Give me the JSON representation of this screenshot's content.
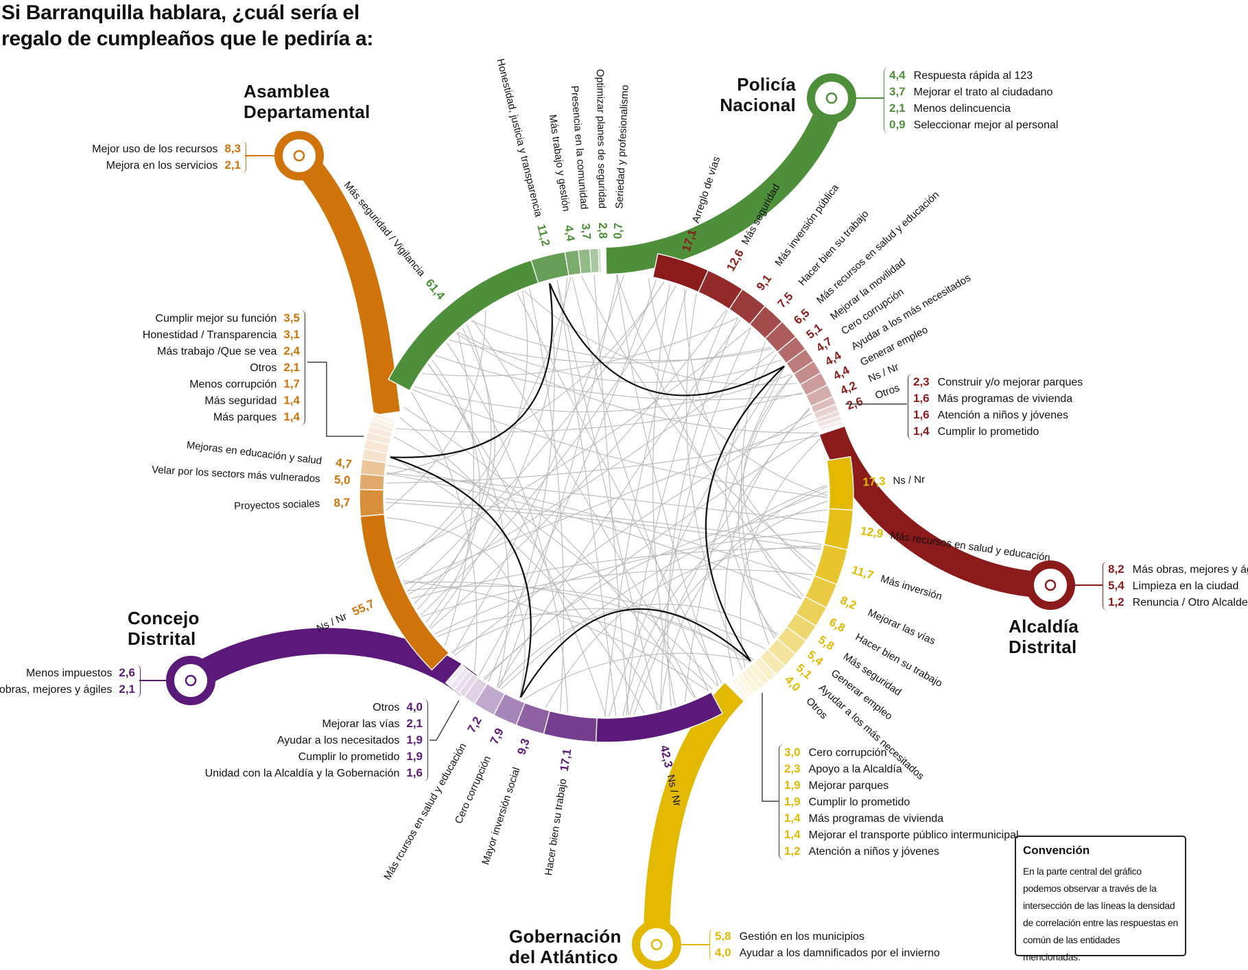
{
  "title": {
    "line1": "Si Barranquilla hablara, ¿cuál sería el",
    "line2": "regalo de cumpleaños que le pediría a:"
  },
  "entities": [
    {
      "name_lines": [
        "Policía",
        "Nacional"
      ],
      "color": "#4e8f3a",
      "segments": [
        {
          "value": "61,4",
          "label": "Más seguridad / Vigilancia"
        },
        {
          "value": "11,2",
          "label": "Honestidad, justicia y transparencia"
        },
        {
          "value": "4,4",
          "label": "Más trabajo y gestión"
        },
        {
          "value": "3,7",
          "label": "Presencia en la comunidad"
        },
        {
          "value": "2,8",
          "label": "Optimizar planes de seguridad"
        },
        {
          "value": "0,7",
          "label": "Seriedad y profesionalismo"
        }
      ],
      "others": [],
      "extras": [
        {
          "value": "4,4",
          "label": "Respuesta rápida al 123"
        },
        {
          "value": "3,7",
          "label": "Mejorar el trato al ciudadano"
        },
        {
          "value": "2,1",
          "label": "Menos delincuencia"
        },
        {
          "value": "0,9",
          "label": "Seleccionar mejor al personal"
        }
      ]
    },
    {
      "name_lines": [
        "Alcaldía",
        "Distrital"
      ],
      "color": "#8b1a1a",
      "segments": [
        {
          "value": "17,1",
          "label": "Arreglo de vías"
        },
        {
          "value": "12,6",
          "label": "Más seguridad"
        },
        {
          "value": "9,1",
          "label": "Más inversión pública"
        },
        {
          "value": "7,5",
          "label": "Hacer bien su trabajo"
        },
        {
          "value": "6,5",
          "label": "Más recursos en salud y educación"
        },
        {
          "value": "5,1",
          "label": "Mejorar la movilidad"
        },
        {
          "value": "4,7",
          "label": "Cero corrupción"
        },
        {
          "value": "4,4",
          "label": "Ayudar a los más necesitados"
        },
        {
          "value": "4,4",
          "label": "Generar empleo"
        },
        {
          "value": "4,2",
          "label": "Ns / Nr"
        },
        {
          "value": "2,6",
          "label": "Otros"
        }
      ],
      "others": [
        {
          "value": "2,3",
          "label": "Construir y/o mejorar parques"
        },
        {
          "value": "1,6",
          "label": "Más programas de vivienda"
        },
        {
          "value": "1,6",
          "label": "Atención a niños y jóvenes"
        },
        {
          "value": "1,4",
          "label": "Cumplir lo prometido"
        }
      ],
      "extras": [
        {
          "value": "8,2",
          "label": "Más obras, mejores y ágiles"
        },
        {
          "value": "5,4",
          "label": "Limpieza en la ciudad"
        },
        {
          "value": "1,2",
          "label": "Renuncia / Otro Alcalde"
        }
      ]
    },
    {
      "name_lines": [
        "Gobernación",
        "del Atlántico"
      ],
      "color": "#e2b800",
      "segments": [
        {
          "value": "17,3",
          "label": "Ns / Nr"
        },
        {
          "value": "12,9",
          "label": "Más recursos en salud y educación"
        },
        {
          "value": "11,7",
          "label": "Más inversión"
        },
        {
          "value": "8,2",
          "label": "Mejorar las vías"
        },
        {
          "value": "6,8",
          "label": "Hacer bien su trabajo"
        },
        {
          "value": "5,8",
          "label": "Más seguridad"
        },
        {
          "value": "5,4",
          "label": "Generar empleo"
        },
        {
          "value": "5,1",
          "label": "Ayudar a los más necesitados"
        },
        {
          "value": "4,0",
          "label": "Otros"
        }
      ],
      "others": [
        {
          "value": "3,0",
          "label": "Cero corrupción"
        },
        {
          "value": "2,3",
          "label": "Apoyo a la Alcaldía"
        },
        {
          "value": "1,9",
          "label": "Mejorar parques"
        },
        {
          "value": "1,9",
          "label": "Cumplir lo prometido"
        },
        {
          "value": "1,4",
          "label": "Más programas de vivienda"
        },
        {
          "value": "1,4",
          "label": "Mejorar el transporte público intermunicipal"
        },
        {
          "value": "1,2",
          "label": "Atención a niños y jóvenes"
        }
      ],
      "extras": [
        {
          "value": "5,8",
          "label": "Gestión en los municipios"
        },
        {
          "value": "4,0",
          "label": "Ayudar a los damnificados por el invierno"
        }
      ]
    },
    {
      "name_lines": [
        "Concejo",
        "Distrital"
      ],
      "color": "#5b1a7a",
      "segments": [
        {
          "value": "42,3",
          "label": "Ns / Nr"
        },
        {
          "value": "17,1",
          "label": "Hacer bien su trabajo"
        },
        {
          "value": "9,3",
          "label": "Mayor inversión social"
        },
        {
          "value": "7,9",
          "label": "Cero corrupción"
        },
        {
          "value": "7,2",
          "label": "Más rcursos en salud y educación"
        }
      ],
      "others": [
        {
          "value": "4,0",
          "label": "Otros"
        },
        {
          "value": "2,1",
          "label": "Mejorar las vías"
        },
        {
          "value": "1,9",
          "label": "Ayudar a los necesitados"
        },
        {
          "value": "1,9",
          "label": "Cumplir lo prometido"
        },
        {
          "value": "1,6",
          "label": "Unidad con la Alcaldía y la Gobernación"
        }
      ],
      "extras": [
        {
          "value": "2,6",
          "label": "Menos impuestos"
        },
        {
          "value": "2,1",
          "label": "Más obras, mejores y ágiles"
        }
      ]
    },
    {
      "name_lines": [
        "Asamblea",
        "Departamental"
      ],
      "color": "#d0730a",
      "segments": [
        {
          "value": "55,7",
          "label": "Ns / Nr"
        },
        {
          "value": "8,7",
          "label": "Proyectos sociales"
        },
        {
          "value": "5,0",
          "label": "Velar por los sectors más vulnerados"
        },
        {
          "value": "4,7",
          "label": "Mejoras en educación y salud"
        }
      ],
      "others": [
        {
          "value": "3,5",
          "label": "Cumplir mejor su función"
        },
        {
          "value": "3,1",
          "label": "Honestidad / Transparencia"
        },
        {
          "value": "2,4",
          "label": "Más trabajo /Que se vea"
        },
        {
          "value": "2,1",
          "label": "Otros"
        },
        {
          "value": "1,7",
          "label": "Menos corrupción"
        },
        {
          "value": "1,4",
          "label": "Más seguridad"
        },
        {
          "value": "1,4",
          "label": "Más parques"
        }
      ],
      "extras": [
        {
          "value": "8,3",
          "label": "Mejor uso de los recursos"
        },
        {
          "value": "2,1",
          "label": "Mejora en los servicios"
        }
      ]
    }
  ],
  "convention": {
    "title": "Convención",
    "text": "En la parte central del gráfico podemos observar a través de la intersección de las líneas la densidad de correlación entre las respuestas en común de las entidades mencionadas."
  },
  "chart_data": {
    "type": "chord",
    "title": "Si Barranquilla hablara, ¿cuál sería el regalo de cumpleaños que le pediría a:",
    "units": "%",
    "groups": [
      "Policía Nacional",
      "Alcaldía Distrital",
      "Gobernación del Atlántico",
      "Concejo Distrital",
      "Asamblea Departamental"
    ]
  }
}
